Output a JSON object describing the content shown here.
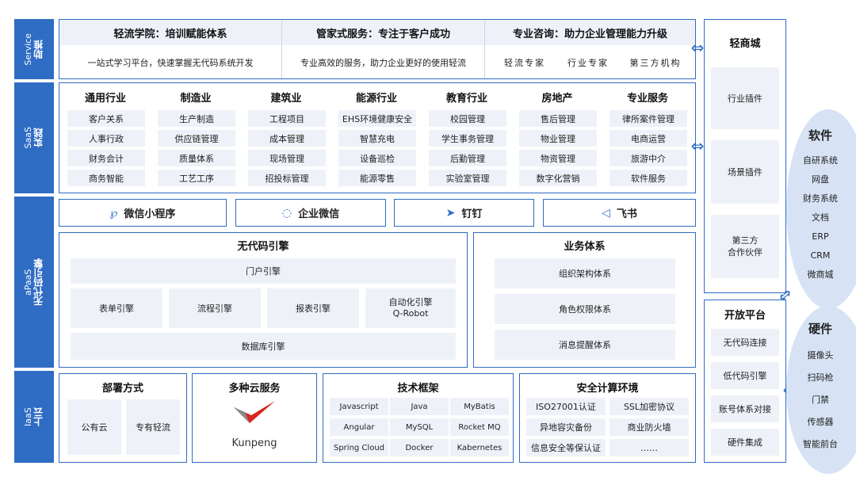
{
  "left_bar": [
    {
      "en": "Service",
      "zh": "助推"
    },
    {
      "en": "SaaS",
      "zh": "实践"
    },
    {
      "en": "aPaaS",
      "zh": "无代码引擎"
    },
    {
      "en": "IaaS",
      "zh": "上云"
    }
  ],
  "service": {
    "col1": {
      "title": "轻流学院：培训赋能体系",
      "desc": "一站式学习平台，快速掌握无代码系统开发"
    },
    "col2": {
      "title": "管家式服务：专注于客户成功",
      "desc": "专业高效的服务，助力企业更好的使用轻流"
    },
    "col3": {
      "title": "专业咨询：助力企业管理能力升级",
      "desc": [
        "轻流专家",
        "行业专家",
        "第三方机构"
      ]
    }
  },
  "saas": [
    {
      "name": "通用行业",
      "items": [
        "客户关系",
        "人事行政",
        "财务会计",
        "商务智能"
      ]
    },
    {
      "name": "制造业",
      "items": [
        "生产制造",
        "供应链管理",
        "质量体系",
        "工艺工序"
      ]
    },
    {
      "name": "建筑业",
      "items": [
        "工程项目",
        "成本管理",
        "现场管理",
        "招投标管理"
      ]
    },
    {
      "name": "能源行业",
      "items": [
        "EHS环境健康安全",
        "智慧充电",
        "设备巡检",
        "能源零售"
      ]
    },
    {
      "name": "教育行业",
      "items": [
        "校园管理",
        "学生事务管理",
        "后勤管理",
        "实验室管理"
      ]
    },
    {
      "name": "房地产",
      "items": [
        "售后管理",
        "物业管理",
        "物资管理",
        "数字化营销"
      ]
    },
    {
      "name": "专业服务",
      "items": [
        "律所案件管理",
        "电商运营",
        "旅游中介",
        "软件服务"
      ]
    }
  ],
  "integrations": [
    {
      "label": "微信小程序",
      "icon": "wechat-mini-program-icon"
    },
    {
      "label": "企业微信",
      "icon": "wecom-icon"
    },
    {
      "label": "钉钉",
      "icon": "dingtalk-icon"
    },
    {
      "label": "飞书",
      "icon": "feishu-icon"
    }
  ],
  "engine": {
    "title": "无代码引擎",
    "portal": "门户引擎",
    "row": [
      "表单引擎",
      "流程引擎",
      "报表引擎"
    ],
    "automation": {
      "line1": "自动化引擎",
      "line2": "Q-Robot"
    },
    "database": "数据库引擎"
  },
  "business": {
    "title": "业务体系",
    "items": [
      "组织架构体系",
      "角色权限体系",
      "消息提醒体系"
    ]
  },
  "iaas": {
    "deploy": {
      "title": "部署方式",
      "items": [
        "公有云",
        "专有轻流"
      ]
    },
    "cloud": {
      "title": "多种云服务",
      "logo_text": "Kunpeng"
    },
    "tech": {
      "title": "技术框架",
      "items": [
        "Javascript",
        "Java",
        "MyBatis",
        "Angular",
        "MySQL",
        "Rocket MQ",
        "Spring Cloud",
        "Docker",
        "Kabernetes"
      ]
    },
    "security": {
      "title": "安全计算环境",
      "items": [
        "ISO27001认证",
        "SSL加密协议",
        "异地容灾备份",
        "商业防火墙",
        "信息安全等保认证",
        "……"
      ]
    }
  },
  "mall": {
    "title": "轻商城",
    "items": [
      "行业插件",
      "场景插件",
      "第三方\n合作伙伴"
    ]
  },
  "open_platform": {
    "title": "开放平台",
    "items": [
      "无代码连接",
      "低代码引擎",
      "账号体系对接",
      "硬件集成"
    ]
  },
  "software": {
    "title": "软件",
    "items": [
      "自研系统",
      "网盘",
      "财务系统",
      "文档",
      "ERP",
      "CRM",
      "微商城"
    ]
  },
  "hardware": {
    "title": "硬件",
    "items": [
      "摄像头",
      "扫码枪",
      "门禁",
      "传感器",
      "智能前台"
    ]
  },
  "colors": {
    "primary": "#2f6cc3",
    "shade": "#eef2f8",
    "oval": "#d7e3f5",
    "logo_red": "#d7261c"
  }
}
